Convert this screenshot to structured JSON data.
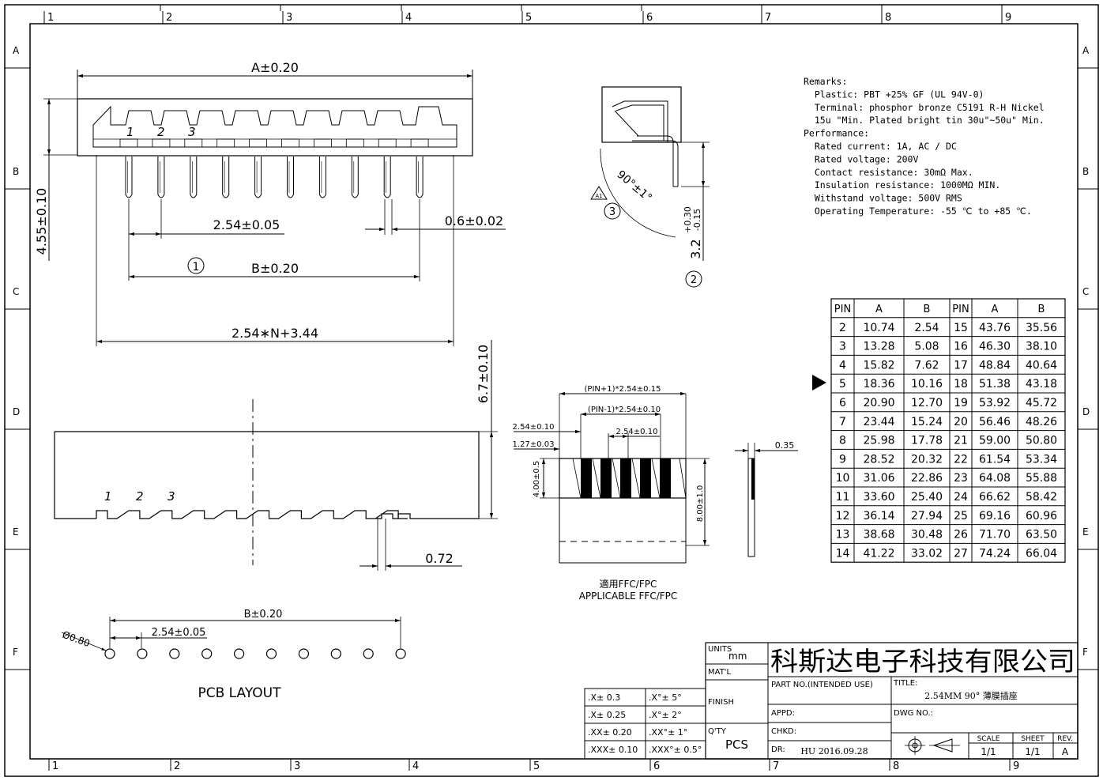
{
  "border": {
    "top_numbers": [
      "1",
      "2",
      "3",
      "4",
      "5",
      "6",
      "7",
      "8",
      "9"
    ],
    "bottom_numbers": [
      "1",
      "2",
      "3",
      "4",
      "5",
      "6",
      "7",
      "8",
      "9"
    ],
    "left_letters": [
      "A",
      "B",
      "C",
      "D",
      "E",
      "F"
    ],
    "right_letters": [
      "A",
      "B",
      "C",
      "D",
      "E",
      "F"
    ]
  },
  "front_view": {
    "dim_a": "A±0.20",
    "pin_labels": [
      "1",
      "2",
      "3"
    ],
    "dim_height": "4.55±0.10",
    "dim_pitch": "2.54±0.05",
    "dim_pin_width": "0.6±0.02",
    "callout": "1",
    "dim_b": "B±0.20",
    "dim_total": "2.54∗N+3.44"
  },
  "side_view": {
    "angle": "90°±1°",
    "callout_3": "3",
    "warning_label": "A1",
    "dim_tol_plus": "+0.30",
    "dim_tol_minus": "-0.15",
    "dim_main": "3.2",
    "callout_2": "2"
  },
  "remarks": {
    "lines": [
      "Remarks:",
      "  Plastic: PBT +25% GF (UL 94V-0)",
      "  Terminal: phosphor bronze C5191 R-H Nickel",
      "  15u \"Min. Plated bright tin 30u\"~50u\" Min.",
      "Performance:",
      "  Rated current: 1A, AC / DC",
      "  Rated voltage: 200V",
      "  Contact resistance: 30mΩ Max.",
      "  Insulation resistance: 1000MΩ MIN.",
      "  Withstand voltage: 500V RMS",
      "  Operating Temperature: -55 ℃ to +85 ℃."
    ]
  },
  "pin_table": {
    "headers": [
      "PIN",
      "A",
      "B",
      "PIN",
      "A",
      "B"
    ],
    "rows": [
      [
        "2",
        "10.74",
        "2.54",
        "15",
        "43.76",
        "35.56"
      ],
      [
        "3",
        "13.28",
        "5.08",
        "16",
        "46.30",
        "38.10"
      ],
      [
        "4",
        "15.82",
        "7.62",
        "17",
        "48.84",
        "40.64"
      ],
      [
        "5",
        "18.36",
        "10.16",
        "18",
        "51.38",
        "43.18"
      ],
      [
        "6",
        "20.90",
        "12.70",
        "19",
        "53.92",
        "45.72"
      ],
      [
        "7",
        "23.44",
        "15.24",
        "20",
        "56.46",
        "48.26"
      ],
      [
        "8",
        "25.98",
        "17.78",
        "21",
        "59.00",
        "50.80"
      ],
      [
        "9",
        "28.52",
        "20.32",
        "22",
        "61.54",
        "53.34"
      ],
      [
        "10",
        "31.06",
        "22.86",
        "23",
        "64.08",
        "55.88"
      ],
      [
        "11",
        "33.60",
        "25.40",
        "24",
        "66.62",
        "58.42"
      ],
      [
        "12",
        "36.14",
        "27.94",
        "25",
        "69.16",
        "60.96"
      ],
      [
        "13",
        "38.68",
        "30.48",
        "26",
        "71.70",
        "63.50"
      ],
      [
        "14",
        "41.22",
        "33.02",
        "27",
        "74.24",
        "66.04"
      ]
    ]
  },
  "top_view": {
    "dim_height": "6.7±0.10",
    "pin_labels": [
      "1",
      "2",
      "3"
    ],
    "dim_072": "0.72"
  },
  "ffc": {
    "dim_total": "(PIN+1)*2.54±0.15",
    "dim_inner": "(PIN-1)*2.54±0.10",
    "dim_pitch": "2.54±0.10",
    "dim_pitch_left": "2.54±0.10",
    "dim_half": "1.27±0.03",
    "dim_contact": "4.00±0.5",
    "dim_length": "8.00±1.0",
    "dim_thickness": "0.35",
    "caption_cn": "適用FFC/FPC",
    "caption_en": "APPLICABLE FFC/FPC"
  },
  "pcb": {
    "dim_b": "B±0.20",
    "dim_pitch": "2.54±0.05",
    "dim_hole": "Ø0.80",
    "title": "PCB LAYOUT"
  },
  "tolerance_table": {
    "rows": [
      [
        ".X± 0.3",
        ".X°± 5°"
      ],
      [
        ".X± 0.25",
        ".X°± 2°"
      ],
      [
        ".XX± 0.20",
        ".XX°± 1°"
      ],
      [
        ".XXX± 0.10",
        ".XXX°± 0.5°"
      ]
    ]
  },
  "title_block": {
    "units_label": "UNITS",
    "units_value": "mm",
    "matl_label": "MAT'L",
    "finish_label": "FINISH",
    "qty_label": "Q'TY",
    "qty_value": "PCS",
    "company": "科斯达电子科技有限公司",
    "part_no_label": "PART NO.(INTENDED USE)",
    "title_label": "TITLE:",
    "title_value": "2.54MM 90° 薄膜插座",
    "appd_label": "APPD:",
    "dwg_no_label": "DWG NO.:",
    "chkd_label": "CHKD:",
    "dr_label": "DR:",
    "dr_value": "HU 2016.09.28",
    "scale_label": "SCALE",
    "scale_value": "1/1",
    "sheet_label": "SHEET",
    "sheet_value": "1/1",
    "rev_label": "REV.",
    "rev_value": "A"
  }
}
